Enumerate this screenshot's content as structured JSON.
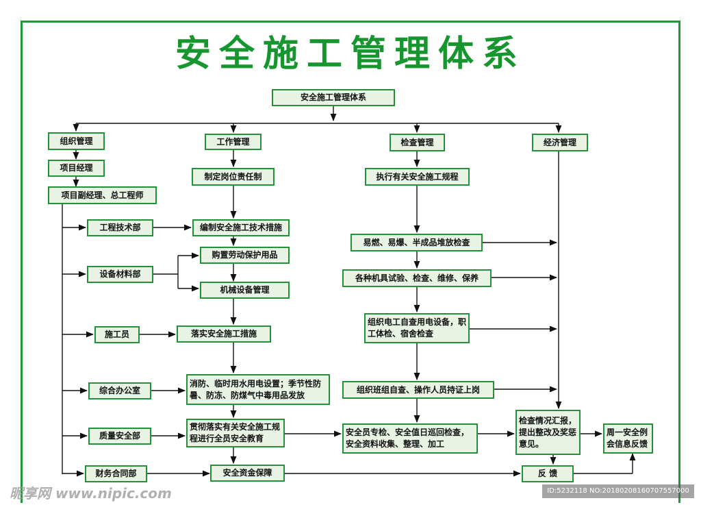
{
  "page_title": "安全施工管理体系",
  "nodes": {
    "root": "安全施工管理体系",
    "org": "组织管理",
    "pm": "项目经理",
    "vice": "项目副经理、总工程师",
    "tech_dept": "工程技术部",
    "equip_dept": "设备材料部",
    "builder": "施工员",
    "office": "综合办公室",
    "quality": "质量安全部",
    "finance": "财务合同部",
    "work": "工作管理",
    "duty": "制定岗位责任制",
    "measures": "编制安全施工技术措施",
    "ppe": "购置劳动保护用品",
    "machinery": "机械设备管理",
    "implement": "落实安全施工措施",
    "fire": "消防、临时用水用电设置；季节性防暑、防冻、防煤气中毒用品发放",
    "education": "贯彻落实有关安全施工规程进行全员安全教育",
    "fund": "安全资金保障",
    "inspect": "检查管理",
    "regs": "执行有关安全施工规程",
    "flammable": "易燃、易爆、半成品堆放检查",
    "tools": "各种机具试验、检查、维修、保养",
    "electric": "组织电工自查用电设备，职工体检、宿舍检查",
    "team": "组织班组自查、操作人员持证上岗",
    "patrol": "安全员专检、安全值日巡回检查，安全资料收集、整理、加工",
    "econ": "经济管理",
    "report": "检查情况汇报，提出整改及奖惩意见。",
    "feedback": "反 馈",
    "weekly": "周一安全例会信息反馈"
  },
  "watermark": {
    "site": "昵享网 www.nipic.com",
    "id": "ID:5232118 NO:20180208160707557000"
  },
  "colors": {
    "title": "#17962f",
    "border": "#24913a",
    "fill": "#e8f3e4",
    "line": "#111111"
  }
}
